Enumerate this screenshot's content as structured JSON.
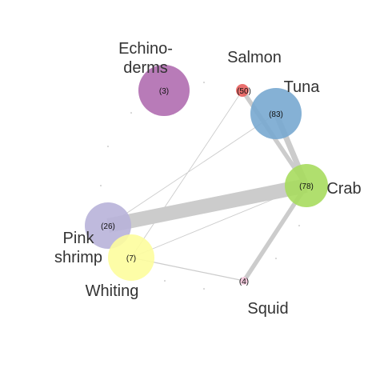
{
  "colors": {
    "edge": "#cccccc",
    "label": "#333333",
    "count_text": "#111111",
    "dot": "#aaaaaa"
  },
  "nodes": [
    {
      "id": "echinoderms",
      "label": [
        "Echino-",
        "derms"
      ],
      "count": "(3)",
      "value": 3,
      "color": "#b06db0"
    },
    {
      "id": "salmon",
      "label": [
        "Salmon"
      ],
      "count": "(50)",
      "value": 50,
      "color": "#e8615e"
    },
    {
      "id": "tuna",
      "label": [
        "Tuna"
      ],
      "count": "(83)",
      "value": 83,
      "color": "#78a9d0"
    },
    {
      "id": "crab",
      "label": [
        "Crab"
      ],
      "count": "(78)",
      "value": 78,
      "color": "#a7db5e"
    },
    {
      "id": "pink-shrimp",
      "label": [
        "Pink",
        "shrimp"
      ],
      "count": "(26)",
      "value": 26,
      "color": "#b8b3d9"
    },
    {
      "id": "whiting",
      "label": [
        "Whiting"
      ],
      "count": "(7)",
      "value": 7,
      "color": "#fdfd9d"
    },
    {
      "id": "squid",
      "label": [
        "Squid"
      ],
      "count": "(4)",
      "value": 4,
      "color": "#f4c7dc"
    }
  ],
  "edges": [
    {
      "source": "pink-shrimp",
      "target": "crab",
      "weight": 10
    },
    {
      "source": "tuna",
      "target": "crab",
      "weight": 4
    },
    {
      "source": "salmon",
      "target": "crab",
      "weight": 3
    },
    {
      "source": "crab",
      "target": "squid",
      "weight": 3
    },
    {
      "source": "salmon",
      "target": "whiting",
      "weight": 0.5
    },
    {
      "source": "pink-shrimp",
      "target": "tuna",
      "weight": 0.5
    },
    {
      "source": "crab",
      "target": "whiting",
      "weight": 0.5
    },
    {
      "source": "whiting",
      "target": "squid",
      "weight": 0.7
    }
  ]
}
